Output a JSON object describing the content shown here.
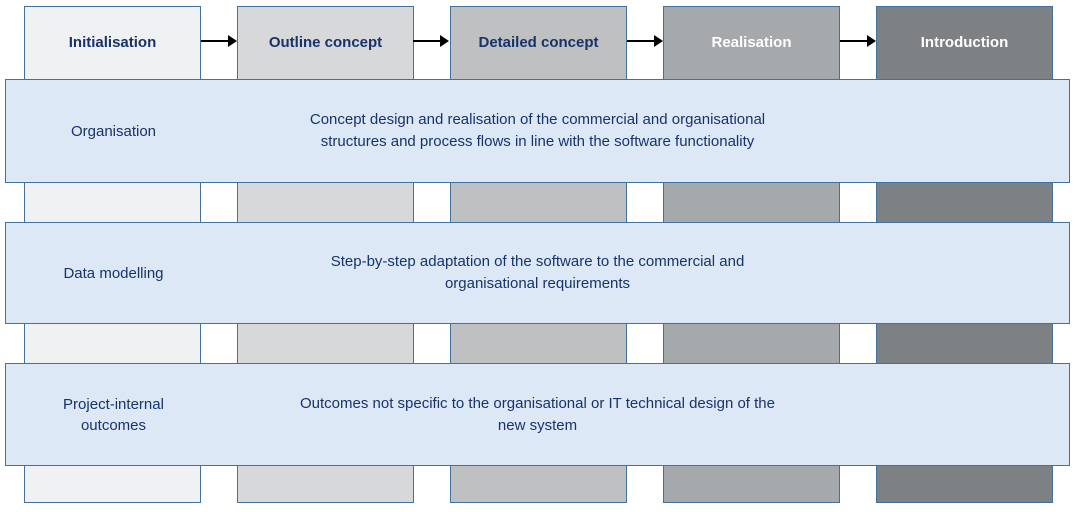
{
  "colors": {
    "column_border": "#41719c",
    "band_fill": "#dce8f5",
    "band_border": "#41719c",
    "text_navy": "#17336a",
    "text_white": "#ffffff",
    "arrow": "#000000",
    "background": "#ffffff"
  },
  "phases": [
    {
      "label": "Initialisation",
      "fill": "#f0f1f3",
      "text": "#17336a"
    },
    {
      "label": "Outline concept",
      "fill": "#d6d8da",
      "text": "#17336a"
    },
    {
      "label": "Detailed concept",
      "fill": "#bec0c2",
      "text": "#17336a"
    },
    {
      "label": "Realisation",
      "fill": "#a6a9ab",
      "text": "#ffffff"
    },
    {
      "label": "Introduction",
      "fill": "#7e8184",
      "text": "#ffffff"
    }
  ],
  "rows": [
    {
      "label": "Organisation",
      "description": [
        "Concept design and realisation of the commercial and organisational",
        "structures and process flows in line with the software functionality"
      ]
    },
    {
      "label": "Data modelling",
      "description": [
        "Step-by-step adaptation of the software to the commercial and",
        "organisational requirements"
      ]
    },
    {
      "label": [
        "Project-internal",
        "outcomes"
      ],
      "description": [
        "Outcomes not specific to the organisational or IT technical design of the",
        "new system"
      ]
    }
  ]
}
